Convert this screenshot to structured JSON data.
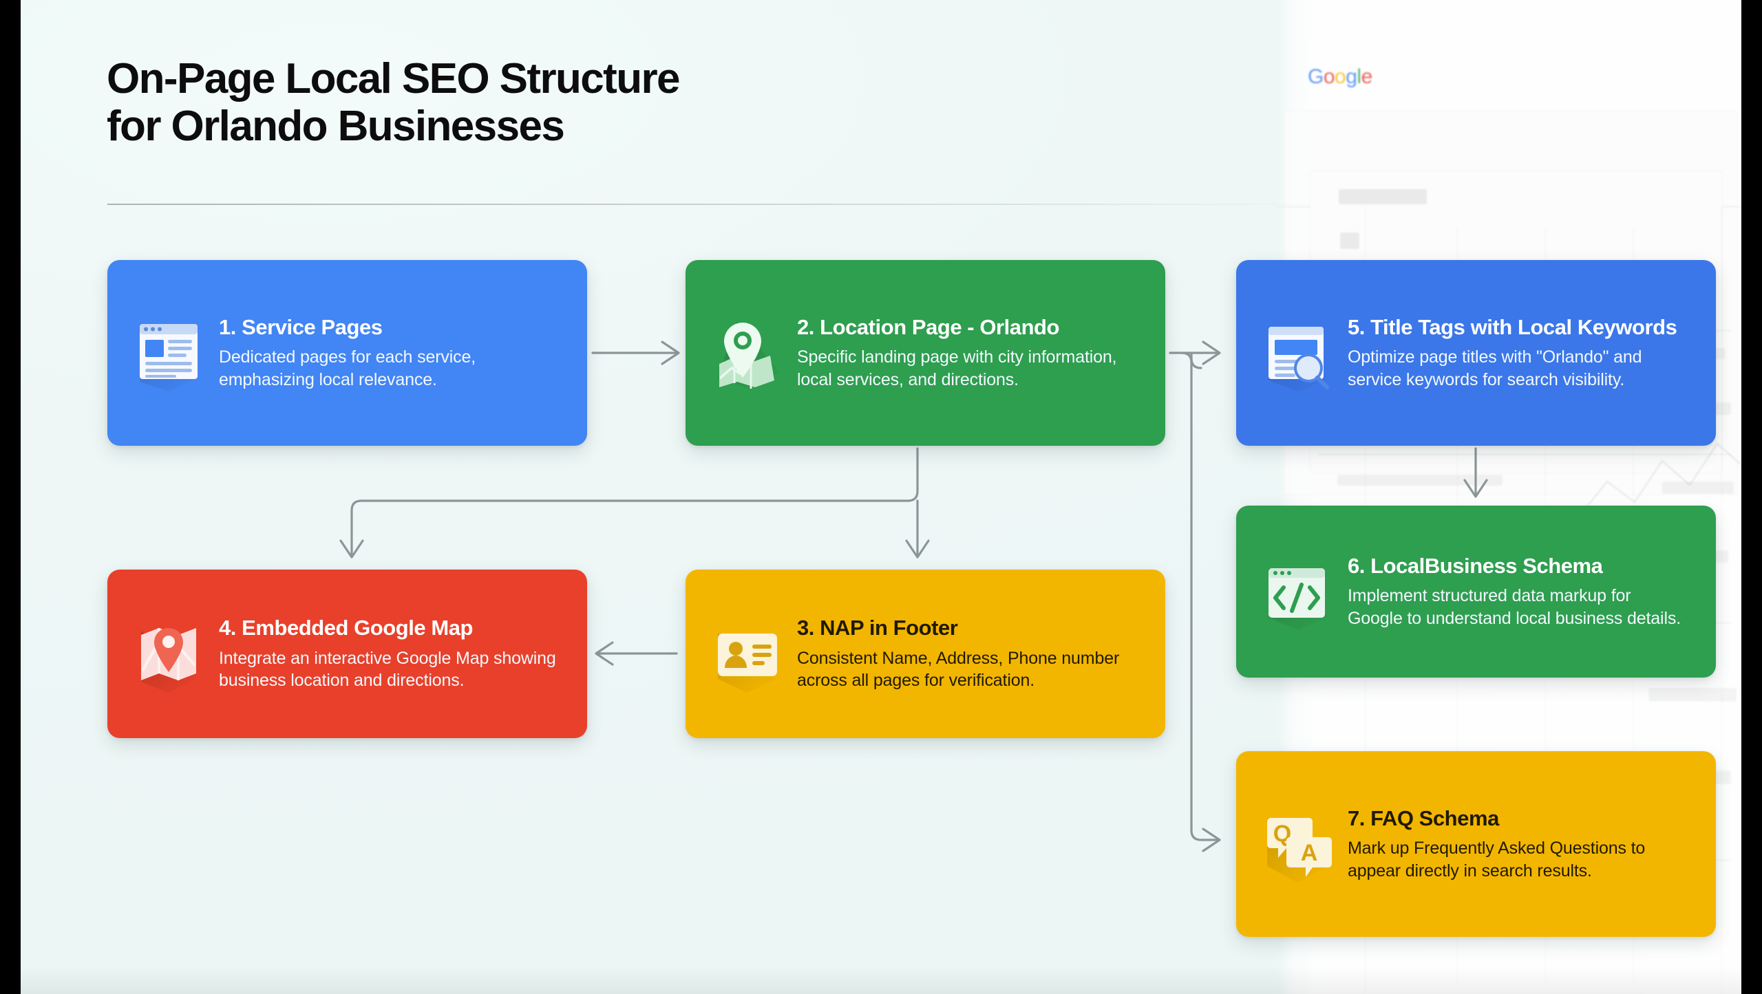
{
  "header": {
    "title": "On-Page Local SEO Structure\nfor Orlando Businesses"
  },
  "background_panel": {
    "brand": "Google",
    "brand_letters": [
      "G",
      "o",
      "o",
      "g",
      "l",
      "e"
    ],
    "description": "faded google search results page mockup"
  },
  "colors": {
    "blue": "#4285F4",
    "blue_alt": "#3B77E8",
    "green": "#2E9E4F",
    "red": "#E8402A",
    "amber": "#F3B600",
    "background": "#ecf6f5",
    "title_text": "#0d0d0d",
    "connector": "#8c9597"
  },
  "cards": [
    {
      "number": "1.",
      "title": "1. Service Pages",
      "body": "Dedicated pages for each service, emphasizing local relevance.",
      "icon": "webpage-layout-icon",
      "color": "#4285F4",
      "text_tone": "light"
    },
    {
      "number": "2.",
      "title": "2. Location Page - Orlando",
      "body": "Specific landing page with city information, local services, and directions.",
      "icon": "map-pin-icon",
      "color": "#2E9E4F",
      "text_tone": "light"
    },
    {
      "number": "3.",
      "title": "3. NAP in Footer",
      "body": "Consistent Name, Address, Phone number across all pages for verification.",
      "icon": "contact-card-icon",
      "color": "#F3B600",
      "text_tone": "dark"
    },
    {
      "number": "4.",
      "title": "4. Embedded Google Map",
      "body": "Integrate an interactive Google Map showing business location and directions.",
      "icon": "folded-map-pin-icon",
      "color": "#E8402A",
      "text_tone": "light"
    },
    {
      "number": "5.",
      "title": "5. Title Tags with Local Keywords",
      "body": "Optimize page titles with \"Orlando\" and service keywords for search visibility.",
      "icon": "document-search-icon",
      "color": "#3B77E8",
      "text_tone": "light"
    },
    {
      "number": "6.",
      "title": "6. LocalBusiness Schema",
      "body": "Implement structured data markup for Google to understand local business details.",
      "icon": "code-window-icon",
      "color": "#2E9E4F",
      "text_tone": "light"
    },
    {
      "number": "7.",
      "title": "7. FAQ Schema",
      "body": "Mark up Frequently Asked Questions to appear directly in search results.",
      "icon": "qa-bubbles-icon",
      "color": "#F3B600",
      "text_tone": "dark"
    }
  ],
  "connectors": [
    {
      "from": "1. Service Pages",
      "to": "2. Location Page - Orlando",
      "direction": "right"
    },
    {
      "from": "2. Location Page - Orlando",
      "to": "4. Embedded Google Map",
      "direction": "down-left"
    },
    {
      "from": "2. Location Page - Orlando",
      "to": "3. NAP in Footer",
      "direction": "down"
    },
    {
      "from": "3. NAP in Footer",
      "to": "4. Embedded Google Map",
      "direction": "left"
    },
    {
      "from": "2. Location Page - Orlando",
      "to": "5. Title Tags with Local Keywords",
      "direction": "right"
    },
    {
      "from": "5. Title Tags with Local Keywords",
      "to": "6. LocalBusiness Schema",
      "direction": "down"
    },
    {
      "from": "2. Location Page - Orlando",
      "to": "7. FAQ Schema",
      "direction": "down-right"
    }
  ]
}
